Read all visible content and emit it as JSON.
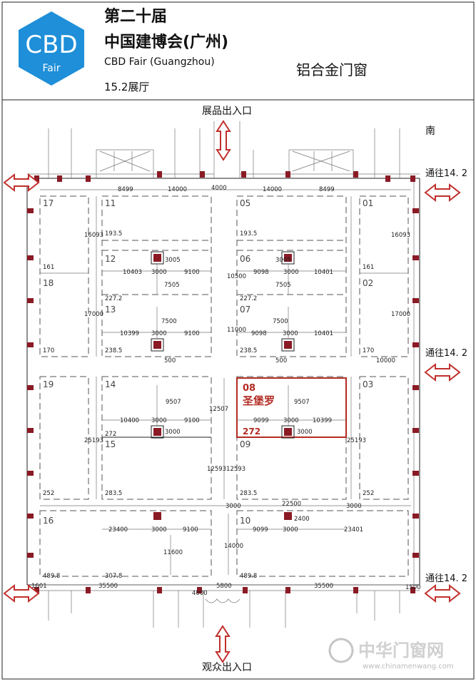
{
  "header": {
    "logo_main": "CBD",
    "logo_sub": "Fair",
    "title_line1": "第二十届",
    "title_line2": "中国建博会(广州)",
    "title_en": "CBD Fair (Guangzhou)",
    "hall": "15.2展厅",
    "category": "铝合金门窗"
  },
  "labels": {
    "top_entrance": "展品出入口",
    "bottom_entrance": "观众出入口",
    "south": "南",
    "to_hall_1": "通往14. 2",
    "to_hall_2": "通往14. 2",
    "to_hall_3": "通往14. 2",
    "watermark_cn": "中华门窗网",
    "watermark_url": "www.chinamenwang.com"
  },
  "highlight": {
    "booth": "08",
    "exhibitor": "圣堡罗",
    "area": "272"
  },
  "booths": {
    "b01": "01",
    "b02": "02",
    "b03": "03",
    "b05": "05",
    "b06": "06",
    "b07": "07",
    "b09": "09",
    "b10": "10",
    "b11": "11",
    "b12": "12",
    "b13": "13",
    "b14": "14",
    "b15": "15",
    "b16": "16",
    "b17": "17",
    "b18": "18",
    "b19": "19"
  },
  "dims": [
    "8499",
    "14000",
    "4000",
    "14000",
    "8499",
    "16093",
    "193.5",
    "193.5",
    "16093",
    "161",
    "3005",
    "10403",
    "3000",
    "9100",
    "7505",
    "10500",
    "3005",
    "9098",
    "3000",
    "10401",
    "7505",
    "161",
    "227.2",
    "17000",
    "227.2",
    "17000",
    "7500",
    "7500",
    "10399",
    "3000",
    "9100",
    "11000",
    "9098",
    "3000",
    "10401",
    "170",
    "238.5",
    "500",
    "238.5",
    "500",
    "170",
    "10000",
    "9507",
    "12507",
    "9507",
    "10400",
    "3000",
    "9100",
    "9099",
    "3000",
    "10399",
    "25193",
    "272",
    "3000",
    "3000",
    "25193",
    "1259312593",
    "252",
    "283.5",
    "283.5",
    "252",
    "3000",
    "22500",
    "3000",
    "2400",
    "23400",
    "3000",
    "9100",
    "9099",
    "3000",
    "23401",
    "11600",
    "14000",
    "489.8",
    "307.8",
    "489.8",
    "1601",
    "35500",
    "4000",
    "5800",
    "35500",
    "1500"
  ]
}
